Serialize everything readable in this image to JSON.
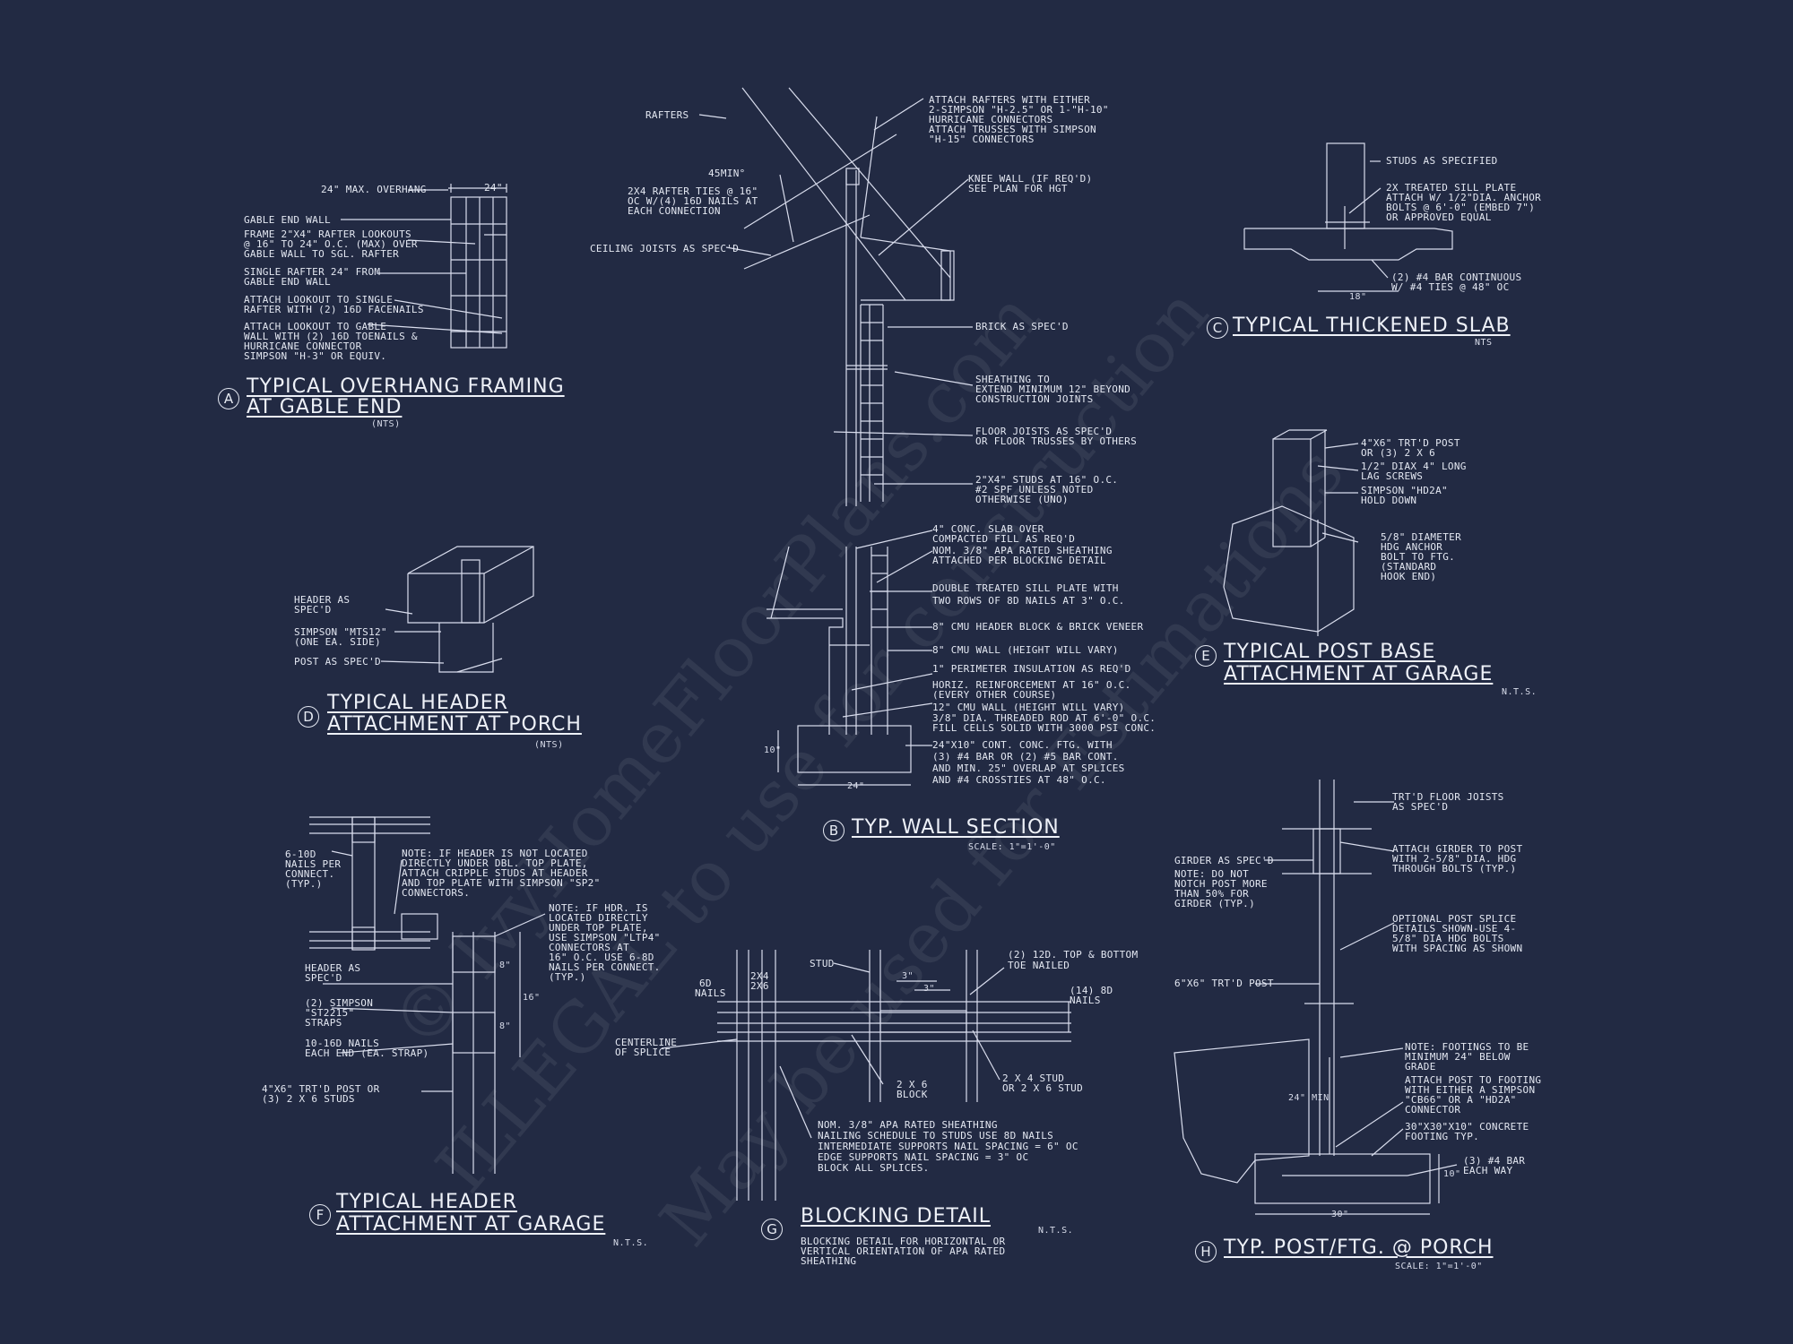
{
  "watermark": {
    "line1": "© IvyHomeFloorPlans.com",
    "line2": "ILLEGAL to use for construction",
    "line3": "May be used for Estimations"
  },
  "detail_a": {
    "bubble": "A",
    "title_1": "TYPICAL OVERHANG FRAMING",
    "title_2": "AT GABLE END",
    "scale": "(NTS)",
    "labels": [
      "24\" MAX. OVERHANG",
      "GABLE END WALL",
      "FRAME 2\"x4\" RAFTER LOOKOUTS",
      "@ 16\" TO 24\" O.C. (MAX) OVER",
      "GABLE WALL TO SGL. RAFTER",
      "SINGLE RAFTER 24\" FROM",
      "GABLE END WALL",
      "ATTACH LOOKOUT TO SINGLE",
      "RAFTER WITH (2) 16d FACENAILS",
      "ATTACH LOOKOUT TO GABLE",
      "WALL WITH (2) 16d TOENAILS &",
      "HURRICANE CONNECTOR",
      "SIMPSON \"H-3\" OR EQUIV."
    ],
    "dim": "24\""
  },
  "detail_b": {
    "bubble": "B",
    "title": "TYP. WALL SECTION",
    "scale": "SCALE: 1\"=1'-0\"",
    "left_labels": [
      "RAFTERS",
      "45MIN°",
      "2x4 RAFTER TIES @ 16\"",
      "OC W/(4) 16d NAILS AT",
      "EACH CONNECTION",
      "CEILING JOISTS AS SPEC'D"
    ],
    "right_labels": [
      "ATTACH RAFTERS WITH EITHER",
      "2-SIMPSON \"H-2.5\" OR 1-\"H-10\"",
      "HURRICANE CONNECTORS",
      "ATTACH TRUSSES WITH SIMPSON",
      "\"H-15\" CONNECTORS",
      "KNEE WALL (IF REQ'D)",
      "SEE PLAN FOR HGT",
      "BRICK AS SPEC'D",
      "SHEATHING TO",
      "EXTEND MINIMUM 12\" BEYOND",
      "CONSTRUCTION JOINTS",
      "FLOOR JOISTS AS SPEC'D",
      "OR FLOOR TRUSSES BY OTHERS",
      "2\"x4\" STUDS AT 16\" O.C.",
      "#2 SPF UNLESS NOTED",
      "OTHERWISE (UNO)",
      "4\" CONC. SLAB OVER",
      "COMPACTED FILL AS REQ'D",
      "NOM. 3/8\" APA RATED SHEATHING",
      "ATTACHED PER BLOCKING DETAIL",
      "DOUBLE TREATED SILL PLATE WITH",
      "TWO ROWS OF 8d NAILS AT 3\" O.C.",
      "8\" CMU HEADER BLOCK & BRICK VENEER",
      "8\" CMU WALL (HEIGHT WILL VARY)",
      "1\" PERIMETER INSULATION AS REQ'D",
      "HORIZ. REINFORCEMENT AT 16\" O.C.",
      "(EVERY OTHER COURSE)",
      "12\" CMU WALL (HEIGHT WILL VARY)",
      "3/8\" DIA. THREADED ROD AT 6'-0\" O.C.",
      "FILL CELLS SOLID WITH 3000 PSI CONC.",
      "24\"x10\" CONT. CONC. FTG. WITH",
      "(3) #4 BAR OR (2) #5 BAR CONT.",
      "AND MIN. 25\" OVERLAP AT SPLICES",
      "AND #4 CROSSTIES AT 48\" O.C."
    ],
    "dim_w": "24\"",
    "dim_h": "10\""
  },
  "detail_c": {
    "bubble": "C",
    "title": "TYPICAL THICKENED SLAB",
    "scale": "NTS",
    "labels": [
      "STUDS AS SPECIFIED",
      "2x TREATED SILL PLATE",
      "ATTACH W/ 1/2\"dia. ANCHOR",
      "BOLTS @ 6'-0\" (EMBED 7\")",
      "OR APPROVED EQUAL",
      "(2) #4 BAR CONTINUOUS",
      "W/ #4 TIES @ 48\" OC"
    ],
    "dim": "18\""
  },
  "detail_d": {
    "bubble": "D",
    "title_1": "TYPICAL HEADER",
    "title_2": "ATTACHMENT AT PORCH",
    "scale": "(NTS)",
    "labels": [
      "HEADER AS",
      "SPEC'D",
      "SIMPSON \"MTS12\"",
      "(ONE EA. SIDE)",
      "POST AS SPEC'D"
    ]
  },
  "detail_e": {
    "bubble": "E",
    "title_1": "TYPICAL POST BASE",
    "title_2": "ATTACHMENT AT GARAGE",
    "scale": "N.T.S.",
    "labels": [
      "4\"x6\" TRT'D POST",
      "OR (3) 2 X 6",
      "1/2\" DIAx 4\" LONG",
      "LAG SCREWS",
      "SIMPSON \"HD2A\"",
      "HOLD DOWN",
      "5/8\" DIAMETER",
      "HDG ANCHOR",
      "BOLT TO FTG.",
      "(STANDARD",
      "HOOK END)"
    ]
  },
  "detail_f": {
    "bubble": "F",
    "title_1": "TYPICAL HEADER",
    "title_2": "ATTACHMENT AT GARAGE",
    "scale": "N.T.S.",
    "labels": [
      "6-10d",
      "NAILS PER",
      "CONNECT.",
      "(TYP.)",
      "NOTE: IF HEADER IS NOT LOCATED",
      "DIRECTLY UNDER DBL. TOP PLATE,",
      "ATTACH CRIPPLE STUDS AT HEADER",
      "AND TOP PLATE WITH SIMPSON \"SP2\"",
      "CONNECTORS.",
      "NOTE: IF HDR. IS",
      "LOCATED DIRECTLY",
      "UNDER TOP PLATE,",
      "USE SIMPSON \"LTP4\"",
      "CONNECTORS AT",
      "16\" O.C.  USE 6-8d",
      "NAILS PER CONNECT.",
      "(TYP.)",
      "HEADER AS",
      "SPEC'D",
      "(2) SIMPSON",
      "\"ST2215\"",
      "STRAPS",
      "10-16d NAILS",
      "EACH END (EA. STRAP)",
      "4\"x6\" TRT'D POST OR",
      "(3) 2 X 6 STUDS"
    ],
    "dims": [
      "8\"",
      "16\"",
      "8\""
    ]
  },
  "detail_g": {
    "bubble": "G",
    "title": "BLOCKING DETAIL",
    "scale": "N.T.S.",
    "subtitle": [
      "BLOCKING DETAIL FOR HORIZONTAL OR",
      "VERTICAL ORIENTATION OF APA RATED",
      "SHEATHING"
    ],
    "labels": [
      "6d",
      "NAILS",
      "2X4",
      "2X6",
      "STUD",
      "(2) 12d. TOP & BOTTOM",
      "TOE NAILED",
      "(14) 8d",
      "NAILS",
      "CENTERLINE",
      "OF SPLICE",
      "2 X 6",
      "BLOCK",
      "2 X 4 STUD",
      "OR 2 X 6 STUD",
      "NOM. 3/8\" APA RATED SHEATHING",
      "NAILING SCHEDULE TO STUDS USE 8d NAILS",
      "INTERMEDIATE SUPPORTS NAIL SPACING = 6\" OC",
      "EDGE SUPPORTS NAIL SPACING = 3\" OC",
      "BLOCK ALL SPLICES."
    ],
    "dims": [
      "3\"",
      "3\""
    ]
  },
  "detail_h": {
    "bubble": "H",
    "title": "TYP. POST/FTG. @ PORCH",
    "scale": "SCALE: 1\"=1'-0\"",
    "labels": [
      "TRT'D FLOOR JOISTS",
      "AS SPEC'D",
      "GIRDER AS SPEC'D",
      "NOTE: DO NOT",
      "NOTCH POST MORE",
      "THAN 50% FOR",
      "GIRDER (TYP.)",
      "ATTACH GIRDER TO POST",
      "WITH 2-5/8\" DIA. HDG",
      "THROUGH BOLTS (TYP.)",
      "OPTIONAL POST SPLICE",
      "DETAILS SHOWN-USE 4-",
      "5/8\" DIA HDG BOLTS",
      "WITH SPACING AS SHOWN",
      "6\"x6\" TRT'D POST",
      "NOTE: FOOTINGS TO BE",
      "MINIMUM 24\" BELOW",
      "GRADE",
      "ATTACH POST TO FOOTING",
      "WITH EITHER A SIMPSON",
      "\"CB66\" OR A \"HD2A\"",
      "CONNECTOR",
      "30\"x30\"x10\" CONCRETE",
      "FOOTING TYP.",
      "(3) #4 BAR",
      "EACH WAY"
    ],
    "dims": [
      "30\"",
      "10\"",
      "24\" MIN"
    ]
  }
}
